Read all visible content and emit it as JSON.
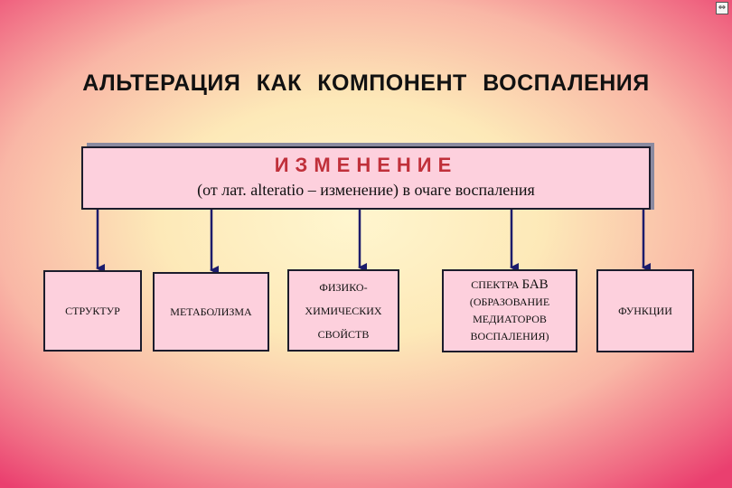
{
  "title": "АЛЬТЕРАЦИЯ  КАК   КОМПОНЕНТ   ВОСПАЛЕНИЯ",
  "main_box": {
    "heading": "ИЗМЕНЕНИЕ",
    "subtitle": "(от лат. alteratio – изменение) в очаге воспаления"
  },
  "boxes": [
    {
      "lines": [
        "СТРУКТУР"
      ]
    },
    {
      "lines": [
        "МЕТАБОЛИЗМА"
      ]
    },
    {
      "lines": [
        "ФИЗИКО-",
        "ХИМИЧЕСКИХ",
        "СВОЙСТВ"
      ]
    },
    {
      "lines_prefix": "СПЕКТРА ",
      "lines_big": "БАВ",
      "lines": [
        "(ОБРАЗОВАНИЕ",
        "МЕДИАТОРОВ",
        "ВОСПАЛЕНИЯ)"
      ]
    },
    {
      "lines": [
        "ФУНКЦИИ"
      ]
    }
  ],
  "colors": {
    "box_fill": "#fdd0dd",
    "heading": "#c0303a",
    "arrow": "#1c1c6c"
  },
  "icons": [
    "navigation-icon"
  ]
}
